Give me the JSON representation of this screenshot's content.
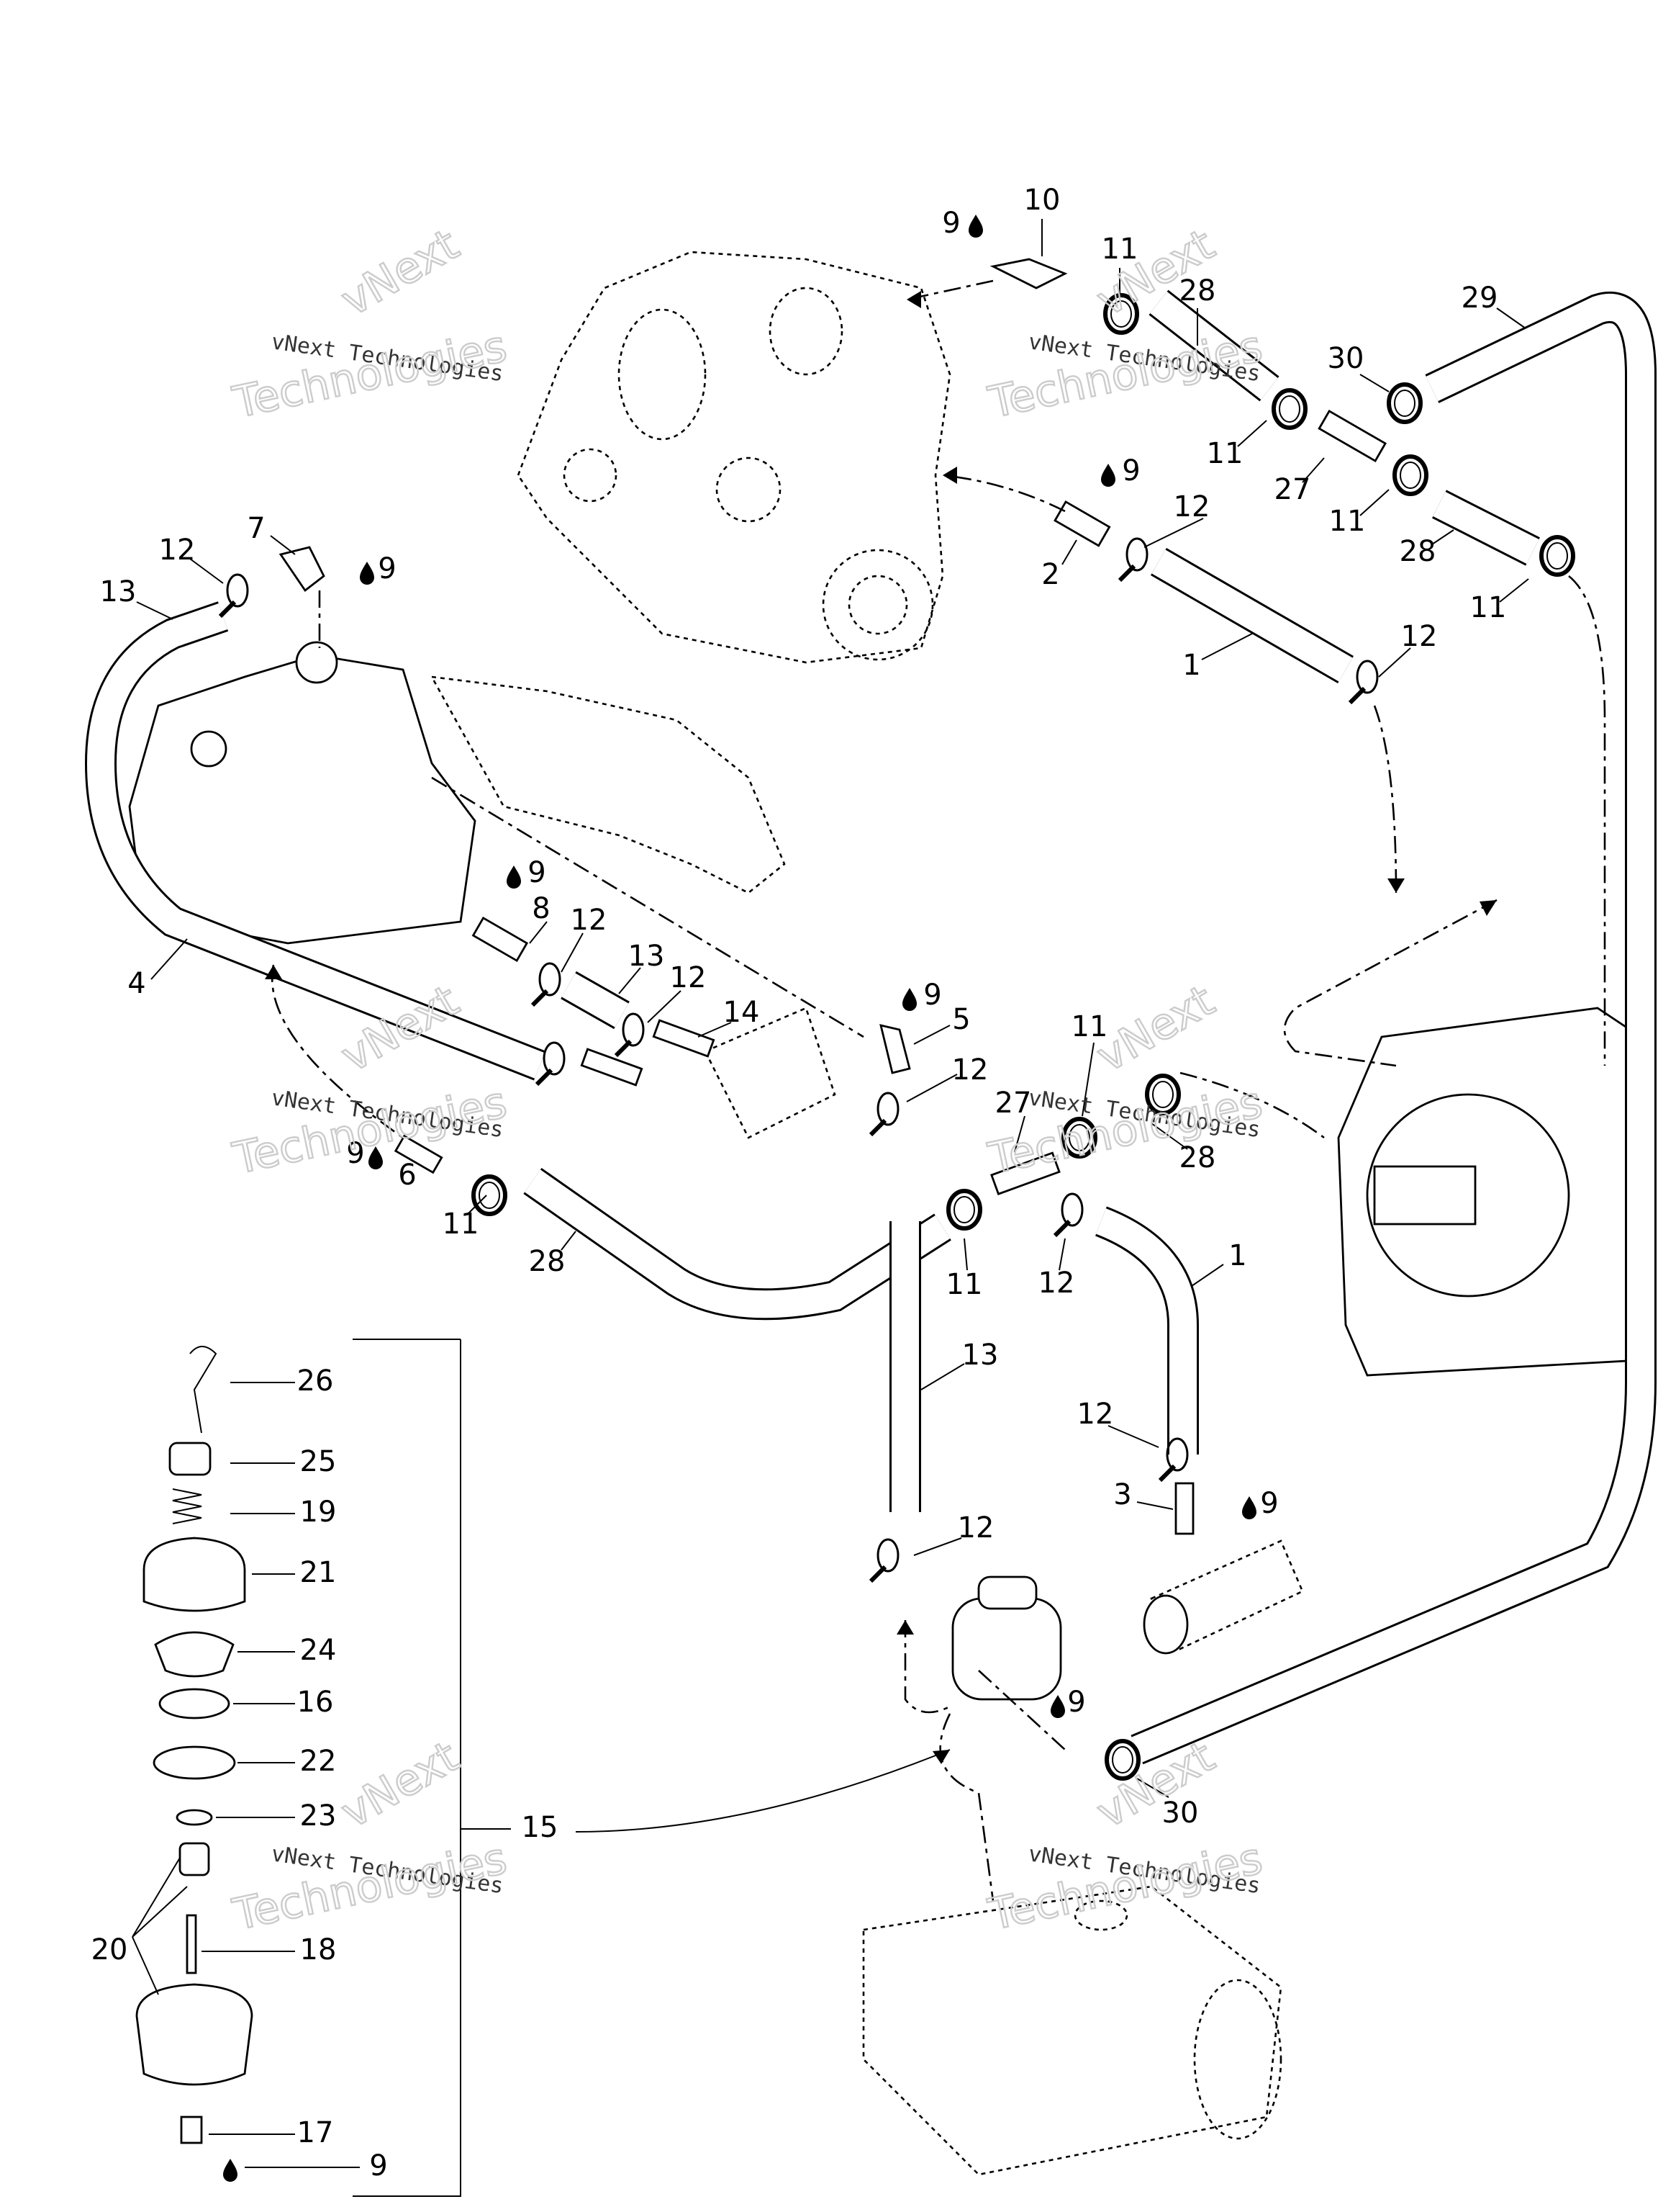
{
  "diagram": {
    "callouts": [
      "9",
      "10",
      "11",
      "28",
      "29",
      "30",
      "11",
      "27",
      "11",
      "28",
      "11",
      "9",
      "12",
      "2",
      "1",
      "12",
      "7",
      "12",
      "13",
      "9",
      "4",
      "9",
      "8",
      "12",
      "13",
      "12",
      "14",
      "9",
      "5",
      "12",
      "11",
      "27",
      "28",
      "9",
      "6",
      "11",
      "28",
      "11",
      "12",
      "1",
      "13",
      "12",
      "3",
      "9",
      "12",
      "9",
      "30",
      "15",
      "26",
      "25",
      "19",
      "21",
      "24",
      "16",
      "22",
      "23",
      "20",
      "18",
      "17",
      "9"
    ],
    "lubricant_icon": "oil-drop-icon",
    "watermark_small": "vNext Technologies",
    "watermark_large_line1": "vNext",
    "watermark_large_line2": "Technologies"
  }
}
